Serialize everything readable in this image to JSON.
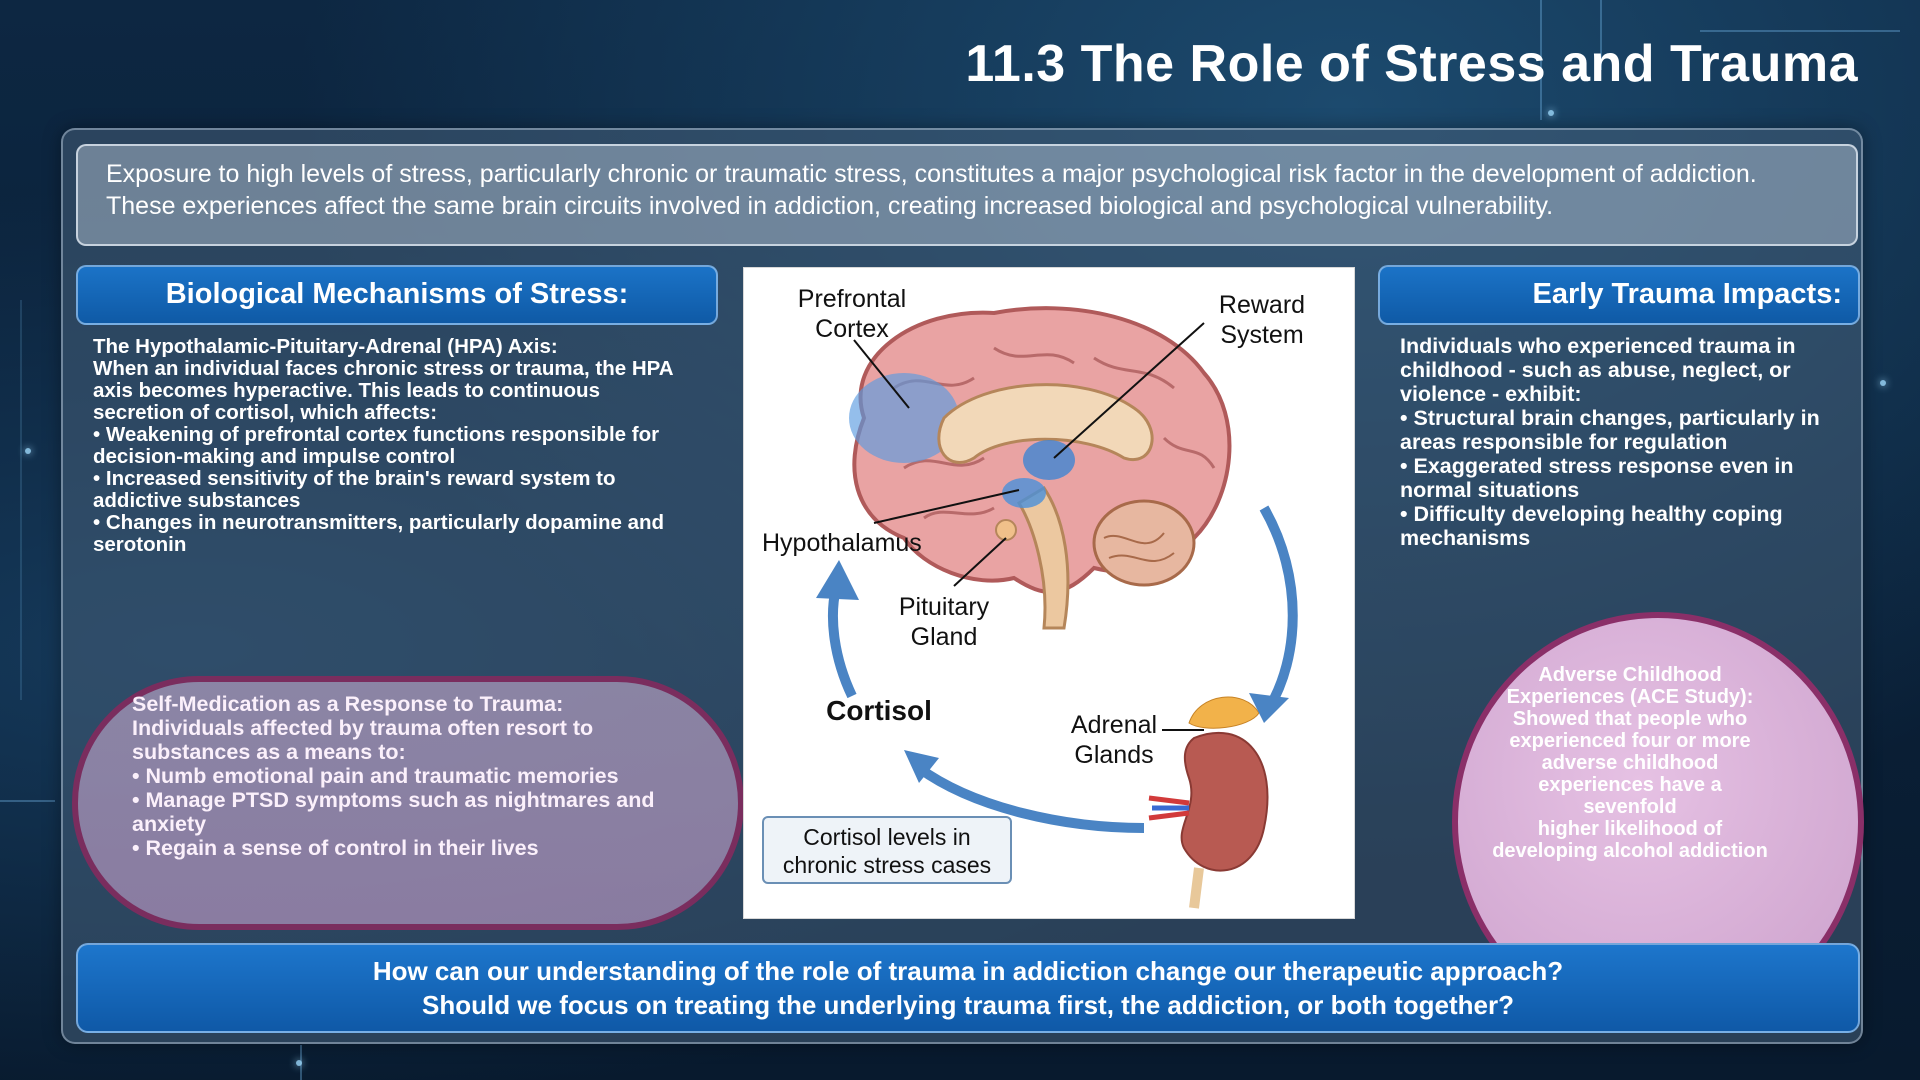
{
  "title": "11.3 The Role of Stress and Trauma",
  "intro": "Exposure to high levels of stress, particularly chronic or traumatic stress, constitutes a major psychological risk factor in the development of addiction. These experiences affect the same brain circuits involved in addiction, creating increased biological and psychological vulnerability.",
  "biological": {
    "header": "Biological  Mechanisms  of Stress:",
    "lines": [
      "The Hypothalamic-Pituitary-Adrenal (HPA) Axis:",
      "When an individual faces chronic stress or trauma, the HPA axis becomes hyperactive. This leads to continuous secretion of cortisol, which affects:",
      "• Weakening of prefrontal cortex functions responsible for decision-making and impulse control",
      "• Increased sensitivity of the brain's reward system to addictive substances",
      "• Changes in neurotransmitters, particularly dopamine and serotonin"
    ]
  },
  "self_medication": {
    "lines": [
      "Self-Medication as a Response to Trauma:",
      "Individuals affected by trauma often resort to substances as a means to:",
      "• Numb emotional pain and traumatic memories",
      "• Manage PTSD symptoms such as nightmares and anxiety",
      "• Regain a sense of control in their lives"
    ]
  },
  "figure": {
    "prefrontal": "Prefrontal Cortex",
    "reward": "Reward System",
    "hypothalamus": "Hypothalamus",
    "pituitary": "Pituitary Gland",
    "cortisol": "Cortisol",
    "adrenal": "Adrenal Glands",
    "caption": "Cortisol levels in chronic stress cases"
  },
  "trauma": {
    "header": "Early Trauma Impacts:",
    "lines": [
      "Individuals who experienced trauma in childhood - such as abuse, neglect, or violence - exhibit:",
      "• Structural brain changes, particularly in areas responsible for regulation",
      "• Exaggerated stress response even in normal situations",
      "• Difficulty developing healthy coping mechanisms"
    ]
  },
  "ace": {
    "lines": [
      "Adverse Childhood Experiences (ACE Study):",
      "Showed that people who experienced four or more adverse childhood experiences have a sevenfold",
      "higher likelihood of developing alcohol addiction"
    ]
  },
  "question": {
    "lines": [
      "How can our understanding of the role of trauma in addiction change our therapeutic approach?",
      "Should we focus on treating the underlying trauma first, the addiction, or both together?"
    ]
  },
  "colors": {
    "header_blue": "#1469b9",
    "ellipse_border": "#7a2d5e",
    "highlight_blue": "#4d8fd6"
  }
}
